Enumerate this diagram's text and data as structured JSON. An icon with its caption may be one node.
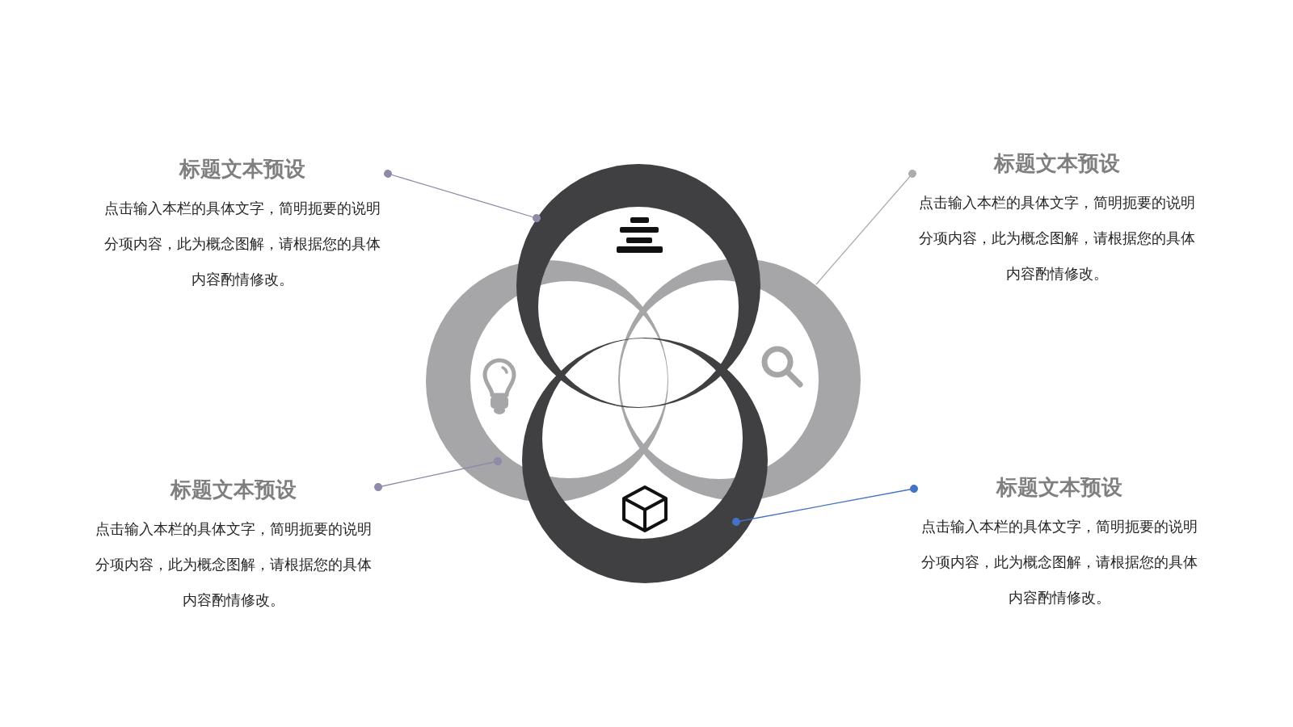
{
  "diagram": {
    "nodes": [
      {
        "text": [
          "标题文本预设",
          "点击输入本栏的具体文字，简明扼要的说明分项内容，此为概念图解，请根据您的具体内容酌情修改。"
        ]
      },
      {
        "text": [
          "标题文本预设",
          "点击输入本栏的具体文字，简明扼要的说明分项内容，此为概念图解，请根据您的具体内容酌情修改。"
        ]
      },
      {
        "text": [
          "标题文本预设",
          "点击输入本栏的具体文字，简明扼要的说明分项内容，此为概念图解，请根据您的具体内容酌情修改。"
        ]
      },
      {
        "text": [
          "标题文本预设",
          "点击输入本栏的具体文字，简明扼要的说明分项内容，此为概念图解，请根据您的具体内容酌情修改。"
        ]
      },
      {
        "text": [],
        "shape": "ring"
      },
      {
        "text": [],
        "shape": "ring"
      },
      {
        "text": [],
        "shape": "ring"
      },
      {
        "text": [],
        "shape": "ring"
      }
    ],
    "edges": [
      {
        "from": 0,
        "to": 4,
        "arrow": "other"
      },
      {
        "from": 1,
        "to": 5,
        "arrow": "other",
        "color": "#acacac"
      },
      {
        "from": 2,
        "to": 6,
        "arrow": "other"
      },
      {
        "from": 3,
        "to": 7,
        "arrow": "other",
        "color": "#4472c4"
      }
    ]
  }
}
